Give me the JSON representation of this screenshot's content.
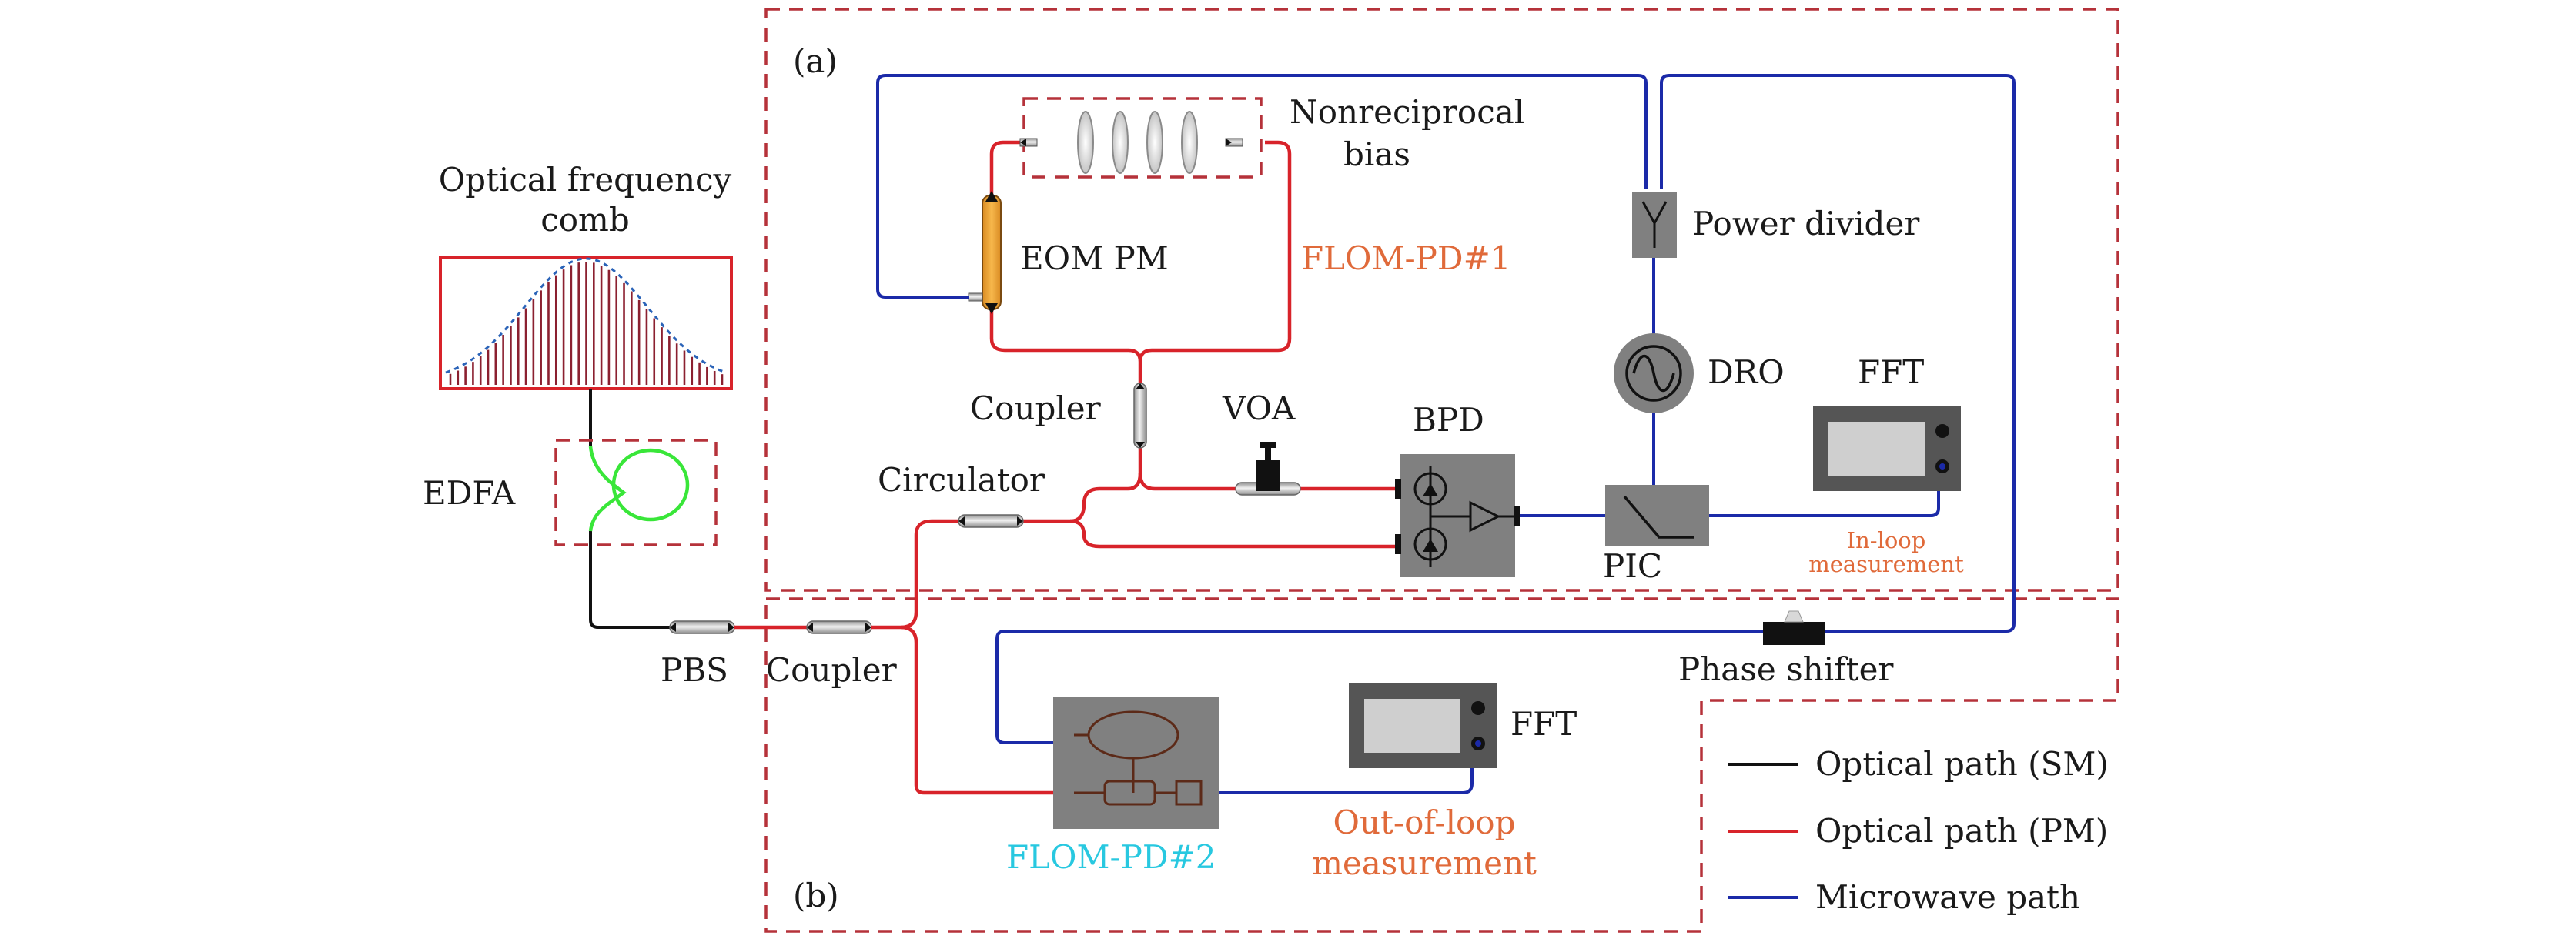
{
  "labels": {
    "panel_a": "(a)",
    "panel_b": "(b)",
    "comb_line1": "Optical frequency",
    "comb_line2": "comb",
    "edfa": "EDFA",
    "pbs": "PBS",
    "coupler_bottom": "Coupler",
    "coupler_mid": "Coupler",
    "circulator": "Circulator",
    "voa": "VOA",
    "bpd": "BPD",
    "eom_pm": "EOM PM",
    "nonreciprocal_line1": "Nonreciprocal",
    "nonreciprocal_line2": "bias",
    "flom_pd1": "FLOM-PD#1",
    "power_divider": "Power divider",
    "dro": "DRO",
    "fft_top": "FFT",
    "pic": "PIC",
    "inloop_line1": "In-loop",
    "inloop_line2": "measurement",
    "phase_shifter": "Phase shifter",
    "fft_bottom": "FFT",
    "flom_pd2": "FLOM-PD#2",
    "outloop_line1": "Out-of-loop",
    "outloop_line2": "measurement"
  },
  "legend": [
    {
      "label": "Optical path (SM)",
      "color": "#111111"
    },
    {
      "label": "Optical path (PM)",
      "color": "#d8232a"
    },
    {
      "label": "Microwave path",
      "color": "#1b2aa8"
    }
  ],
  "colors": {
    "optical_sm": "#111111",
    "optical_pm": "#d8232a",
    "microwave": "#1b2aa8",
    "frame": "#b5323a",
    "accent_orange": "#e06a3a",
    "accent_cyan": "#28c8e0",
    "edfa_fiber": "#39e639",
    "eom_body": "#f4a83a",
    "device_grey": "#808080"
  },
  "icons": [
    "coupler-icon",
    "isolator-icon",
    "photodiode-icon",
    "amplifier-icon",
    "oscillator-icon",
    "filter-icon",
    "screen-icon",
    "attenuator-icon"
  ]
}
